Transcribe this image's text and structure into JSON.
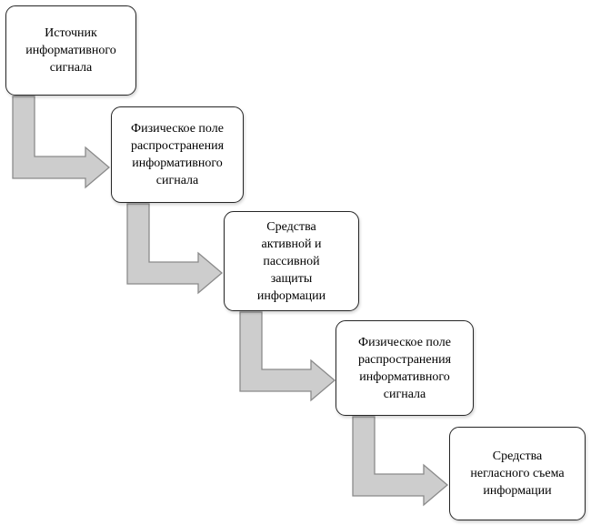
{
  "diagram": {
    "description": "Cascade flow diagram of informative signal interception path",
    "nodes": [
      {
        "id": "source",
        "lines": [
          "Источник",
          "информативного",
          "сигнала"
        ]
      },
      {
        "id": "propagation-field-1",
        "lines": [
          "Физическое поле",
          "распространения",
          "информативного",
          "сигнала"
        ]
      },
      {
        "id": "protection-means",
        "lines": [
          "Средства",
          "активной и",
          "пассивной",
          "защиты",
          "информации"
        ]
      },
      {
        "id": "propagation-field-2",
        "lines": [
          "Физическое поле",
          "распространения",
          "информативного",
          "сигнала"
        ]
      },
      {
        "id": "capture-means",
        "lines": [
          "Средства",
          "негласного съема",
          "информации"
        ]
      }
    ],
    "colors": {
      "arrow_fill": "#cdcdcd",
      "arrow_stroke": "#8a8a8a",
      "box_border": "#262626",
      "box_fill": "#ffffff",
      "text": "#000000"
    }
  }
}
